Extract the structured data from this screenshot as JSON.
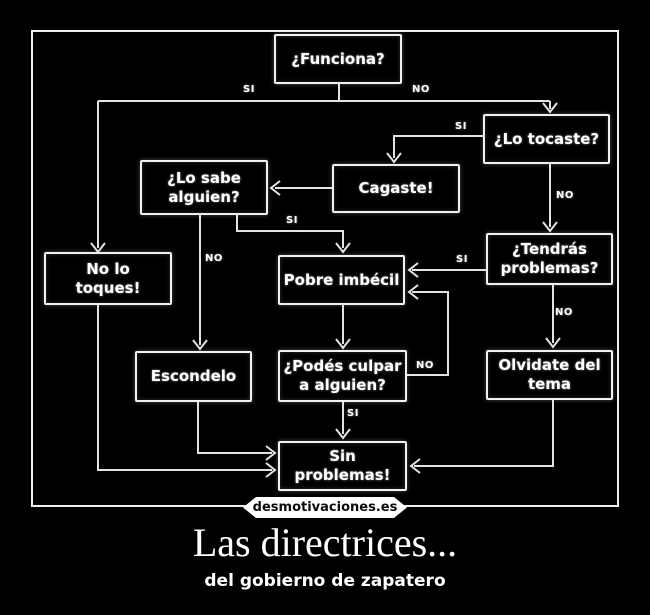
{
  "meme": {
    "title": "Las directrices...",
    "subtitle": "del gobierno de zapatero",
    "watermark": "desmotivaciones.es"
  },
  "colors": {
    "background": "#000000",
    "line": "#e3e3e3",
    "node_border": "#f1f1f1",
    "text": "#ffffff",
    "banner_bg": "#ffffff",
    "banner_text": "#0b0b0b"
  },
  "flowchart": {
    "nodes": {
      "funciona": {
        "label": "¿Funciona?"
      },
      "lo_tocaste": {
        "label": "¿Lo tocaste?"
      },
      "cagaste": {
        "label": "Cagaste!"
      },
      "lo_sabe": {
        "label": "¿Lo sabe\nalguien?"
      },
      "tendras": {
        "label": "¿Tendrás\nproblemas?"
      },
      "no_toques": {
        "label": "No lo\ntoques!"
      },
      "pobre": {
        "label": "Pobre imbécil"
      },
      "escondelo": {
        "label": "Escondelo"
      },
      "podes": {
        "label": "¿Podés culpar\na alguien?"
      },
      "olvidate": {
        "label": "Olvidate del\ntema"
      },
      "sin_problemas": {
        "label": "Sin problemas!"
      }
    },
    "edge_labels": {
      "funciona_si": "SI",
      "funciona_no": "NO",
      "tocaste_si": "SI",
      "tocaste_no": "NO",
      "sabe_si": "SI",
      "sabe_no": "NO",
      "tendras_si": "SI",
      "tendras_no": "NO",
      "podes_no": "NO",
      "podes_si": "SI"
    }
  }
}
